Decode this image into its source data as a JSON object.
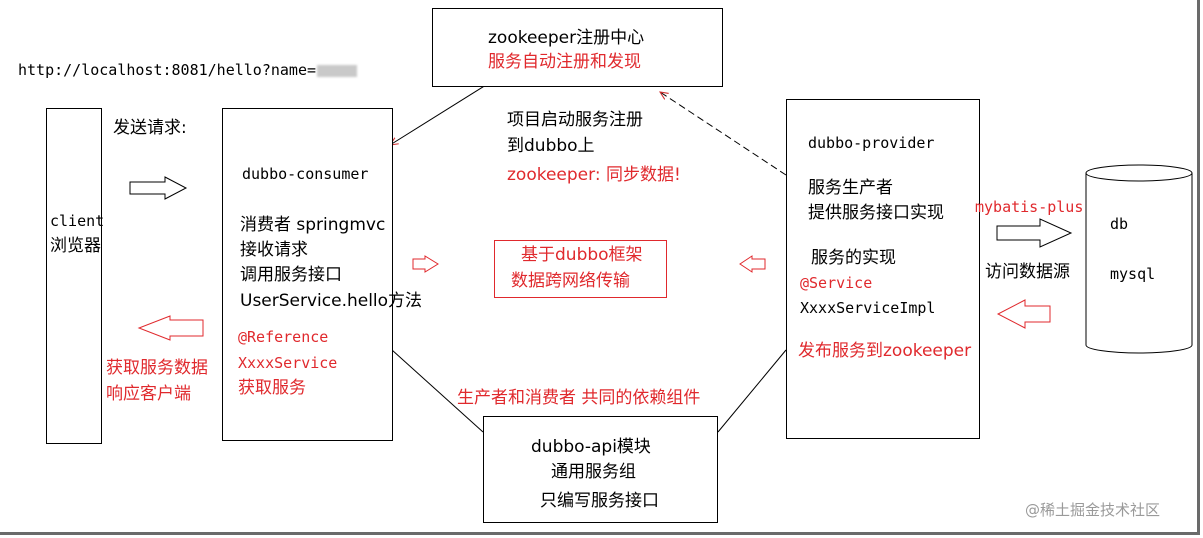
{
  "url_text": "http://localhost:8081/hello?name=",
  "send_request": "发送请求:",
  "client": {
    "line1": "client",
    "line2": "浏览器"
  },
  "response_note": {
    "line1": "获取服务数据",
    "line2": "响应客户端"
  },
  "consumer": {
    "title": "dubbo-consumer",
    "line1": "消费者 springmvc",
    "line2": "接收请求",
    "line3": "调用服务接口",
    "line4": "UserService.hello方法",
    "ref1": "@Reference",
    "ref2": "XxxxService",
    "ref3": "获取服务"
  },
  "zookeeper": {
    "title": "zookeeper注册中心",
    "subtitle": "服务自动注册和发现"
  },
  "startup_note": {
    "line1": "项目启动服务注册",
    "line2": "到dubbo上",
    "line3": "zookeeper: 同步数据!"
  },
  "dubbo_frame": {
    "line1": "基于dubbo框架",
    "line2": "数据跨网络传输"
  },
  "common_dependency": "生产者和消费者 共同的依赖组件",
  "api": {
    "line1": "dubbo-api模块",
    "line2": "通用服务组",
    "line3": "只编写服务接口"
  },
  "provider": {
    "title": "dubbo-provider",
    "line1": "服务生产者",
    "line2": "提供服务接口实现",
    "line3": "服务的实现",
    "svc1": "@Service",
    "svc2": "XxxxServiceImpl",
    "publish": "发布服务到zookeeper"
  },
  "mybatis": "mybatis-plus",
  "access_db": "访问数据源",
  "db": {
    "line1": "db",
    "line2": "mysql"
  },
  "watermark": "@稀土掘金技术社区",
  "colors": {
    "red": "#e0292d",
    "line": "#000000"
  }
}
